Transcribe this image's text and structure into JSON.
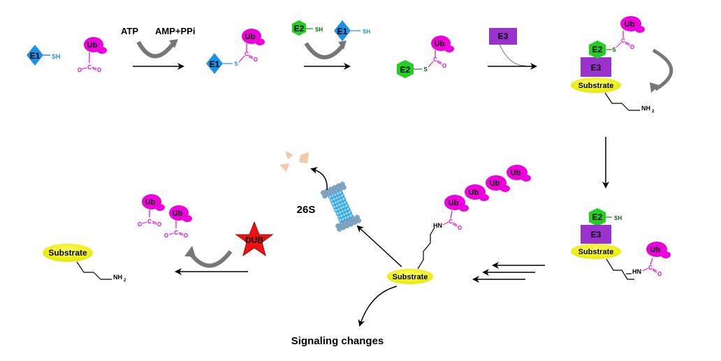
{
  "labels": {
    "e1": "E1",
    "e2": "E2",
    "e3": "E3",
    "ub": "Ub",
    "sh": "SH",
    "s": "S",
    "c": "C",
    "o": "O",
    "nh2": "NH",
    "nh2_sub": "2",
    "hn": "HN",
    "nh": "NH",
    "substrate": "Substrate",
    "atp": "ATP",
    "amp_ppi": "AMP+PPi",
    "proteasome": "26S",
    "dub": "DUB",
    "signaling": "Signaling changes"
  },
  "colors": {
    "e1": "#1e90e8",
    "e2": "#22d022",
    "e3": "#9933cc",
    "ub": "#ee00dd",
    "substrate": "#f2f200",
    "dub": "#ee1111",
    "proteasome": "#3fb6e8",
    "fragments": "#f5c9a8",
    "curved_arrow": "#777777"
  }
}
